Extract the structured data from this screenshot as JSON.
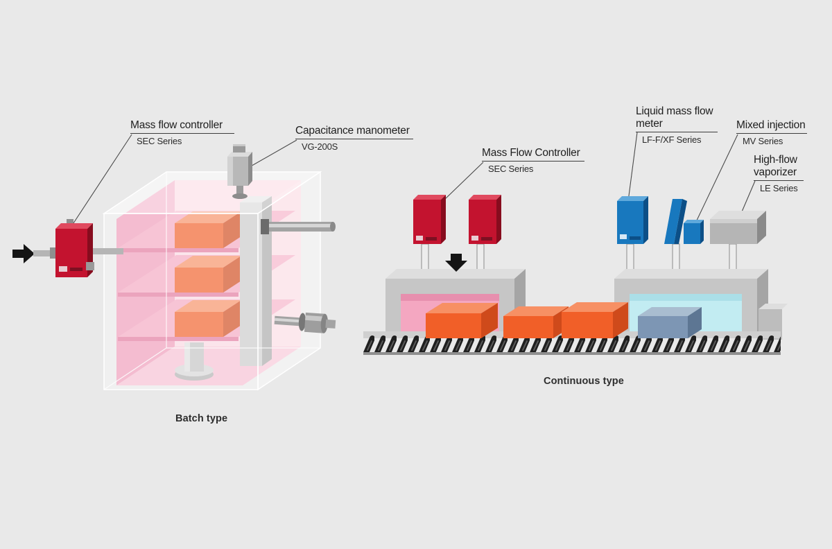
{
  "batch": {
    "caption": "Batch type",
    "labels": {
      "mass_flow_controller": {
        "title": "Mass flow controller",
        "series": "SEC Series"
      },
      "capacitance_manometer": {
        "title": "Capacitance manometer",
        "series": "VG-200S"
      }
    }
  },
  "continuous": {
    "caption": "Continuous type",
    "labels": {
      "mass_flow_controller": {
        "title": "Mass Flow Controller",
        "series": "SEC Series"
      },
      "liquid_mass_flow_meter": {
        "title": "Liquid mass flow meter",
        "series": "LF-F/XF Series"
      },
      "mixed_injection": {
        "title": "Mixed injection",
        "series": "MV Series"
      },
      "high_flow_vaporizer": {
        "title": "High-flow vaporizer",
        "series": "LE Series"
      }
    }
  },
  "colors": {
    "background": "#e9e9e9",
    "text_color": "#1e1e1e",
    "leader_line": "#4a4a4a",
    "arrow_black": "#141414",
    "mfc_red": "#c3132f",
    "mfc_red_top": "#e04a5f",
    "mfc_red_side": "#870c1e",
    "device_blue": "#1878be",
    "device_blue_top": "#5fa9dc",
    "device_blue_side": "#0c4f87",
    "box_orange": "#f15f28",
    "box_orange_top": "#f79064",
    "box_orange_side": "#cf4a1b",
    "chamber_pink": "#f4a7c1",
    "chamber_pink_light": "#fbd0dc",
    "chamber_cyan": "#c2ecf2",
    "cargo_bluegray": "#7d96b4",
    "metal_gray": "#c6c6c6"
  }
}
